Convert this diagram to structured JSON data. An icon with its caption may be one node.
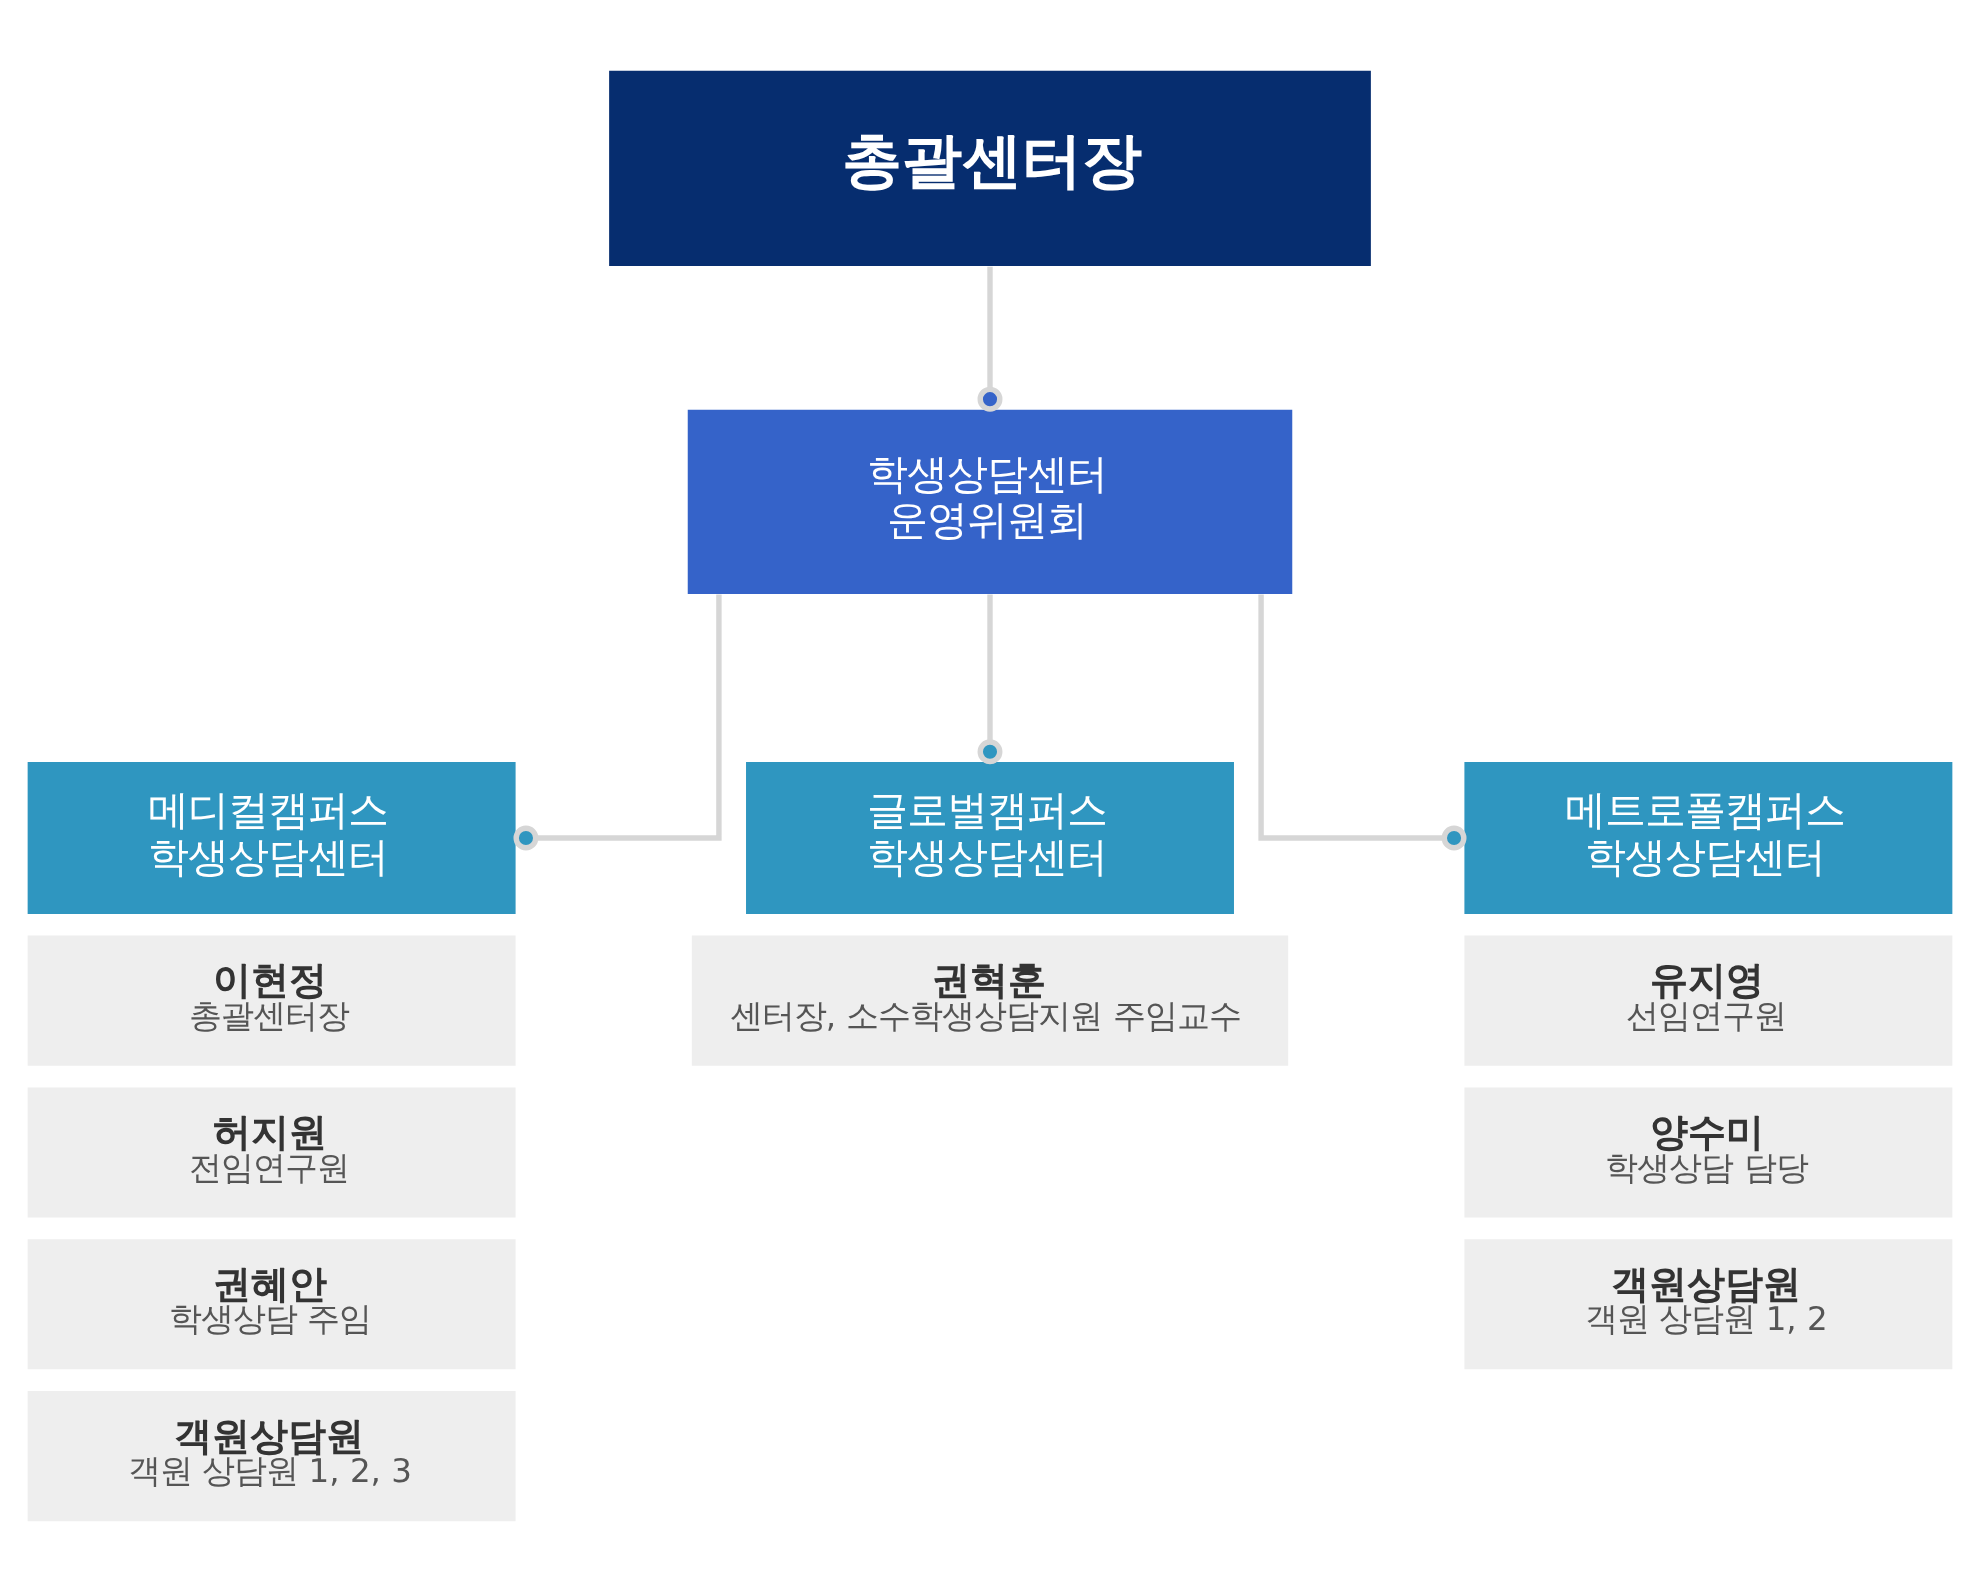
{
  "diagram": {
    "nodes": [
      {
        "text": [
          "총괄센터장"
        ]
      },
      {
        "text": [
          "학생상담센터 운영위원회"
        ]
      },
      {
        "text": [
          "메디컬캠퍼스 학생상담센터"
        ]
      },
      {
        "text": [
          "글로벌캠퍼스 학생상담센터"
        ]
      },
      {
        "text": [
          "메트로폴캠퍼스 학생상담센터"
        ]
      },
      {
        "text": [
          "이현정",
          "총괄센터장"
        ]
      },
      {
        "text": [
          "허지원",
          "전임연구원"
        ]
      },
      {
        "text": [
          "권혜안",
          "학생상담 주임"
        ]
      },
      {
        "text": [
          "객원상담원",
          "객원 상담원 1, 2, 3"
        ]
      },
      {
        "text": [
          "권혁훈",
          "센터장, 소수학생상담지원 주임교수"
        ]
      },
      {
        "text": [
          "유지영",
          "선임연구원"
        ]
      },
      {
        "text": [
          "양수미",
          "학생상담 담당"
        ]
      },
      {
        "text": [
          "객원상담원",
          "객원 상담원 1, 2"
        ]
      }
    ],
    "edges": [
      {
        "from": 0,
        "to": 1,
        "arrow": "other"
      },
      {
        "from": 1,
        "to": 2,
        "arrow": "other"
      },
      {
        "from": 1,
        "to": 3,
        "arrow": "other"
      },
      {
        "from": 1,
        "to": 4,
        "arrow": "other"
      }
    ]
  }
}
